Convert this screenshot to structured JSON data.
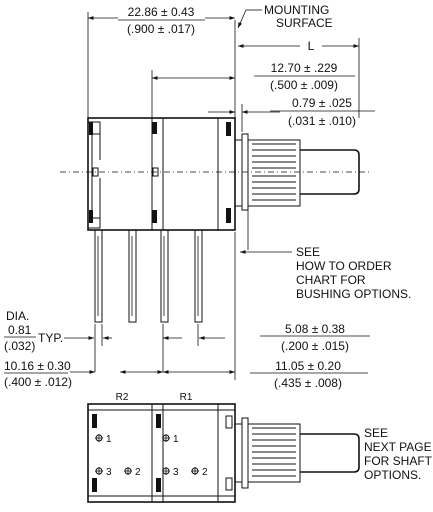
{
  "dimensions": {
    "overall_width_mm": "22.86 ± 0.43",
    "overall_width_in": "(.900 ± .017)",
    "bushing_to_terminal_mm": "12.70 ± .229",
    "bushing_to_terminal_in": "(.500 ± .009)",
    "flange_mm": "0.79 ± .025",
    "flange_in": "(.031 ± .010)",
    "pin_dia_mm": "0.81",
    "pin_dia_in": "(.032)",
    "pin_dia_label": "DIA.",
    "pin_typ_label": "TYP.",
    "pin_spacing_mm": "5.08 ± 0.38",
    "pin_spacing_in": "(.200 ± .015)",
    "body_width_mm": "10.16 ± 0.30",
    "body_width_in": "(.400 ± .012)",
    "terminal_to_mount_mm": "11.05 ± 0.20",
    "terminal_to_mount_in": "(.435 ± .008)"
  },
  "labels": {
    "mounting_line1": "MOUNTING",
    "mounting_line2": "SURFACE",
    "shaft_length": "L",
    "see_bushing": [
      "SEE",
      "HOW TO ORDER",
      "CHART FOR",
      "BUSHING OPTIONS."
    ],
    "see_shaft": [
      "SEE",
      "NEXT PAGE",
      "FOR SHAFT",
      "OPTIONS."
    ],
    "r2": "R2",
    "r1": "R1",
    "pin_1_left": "1",
    "pin_3_left": "3",
    "pin_2_left": "2",
    "pin_1_right": "1",
    "pin_3_right": "3",
    "pin_2_right": "2"
  }
}
